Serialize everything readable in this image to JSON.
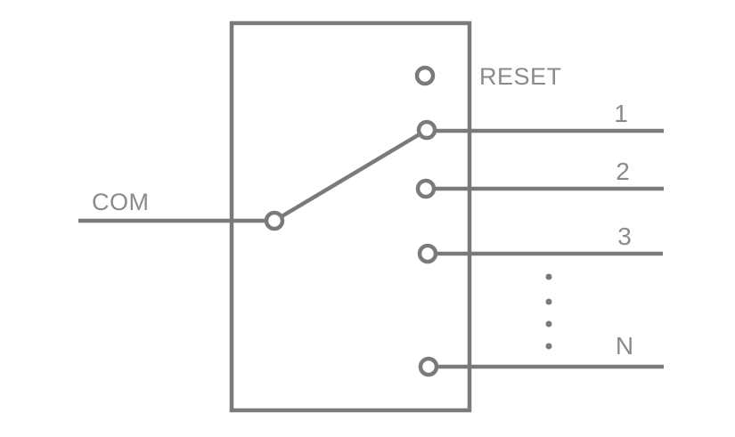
{
  "diagram": {
    "kind": "multi-position selector switch schematic",
    "colors": {
      "line": "#7a7a7a",
      "text": "#8a8a8a",
      "background": "#ffffff"
    },
    "labels": {
      "com": "COM",
      "reset": "RESET"
    },
    "contacts": [
      {
        "label": "1"
      },
      {
        "label": "2"
      },
      {
        "label": "3"
      },
      {
        "label": "N"
      }
    ],
    "ellipsis_dot_count": 4,
    "state": "COM arm connected to contact 1"
  }
}
